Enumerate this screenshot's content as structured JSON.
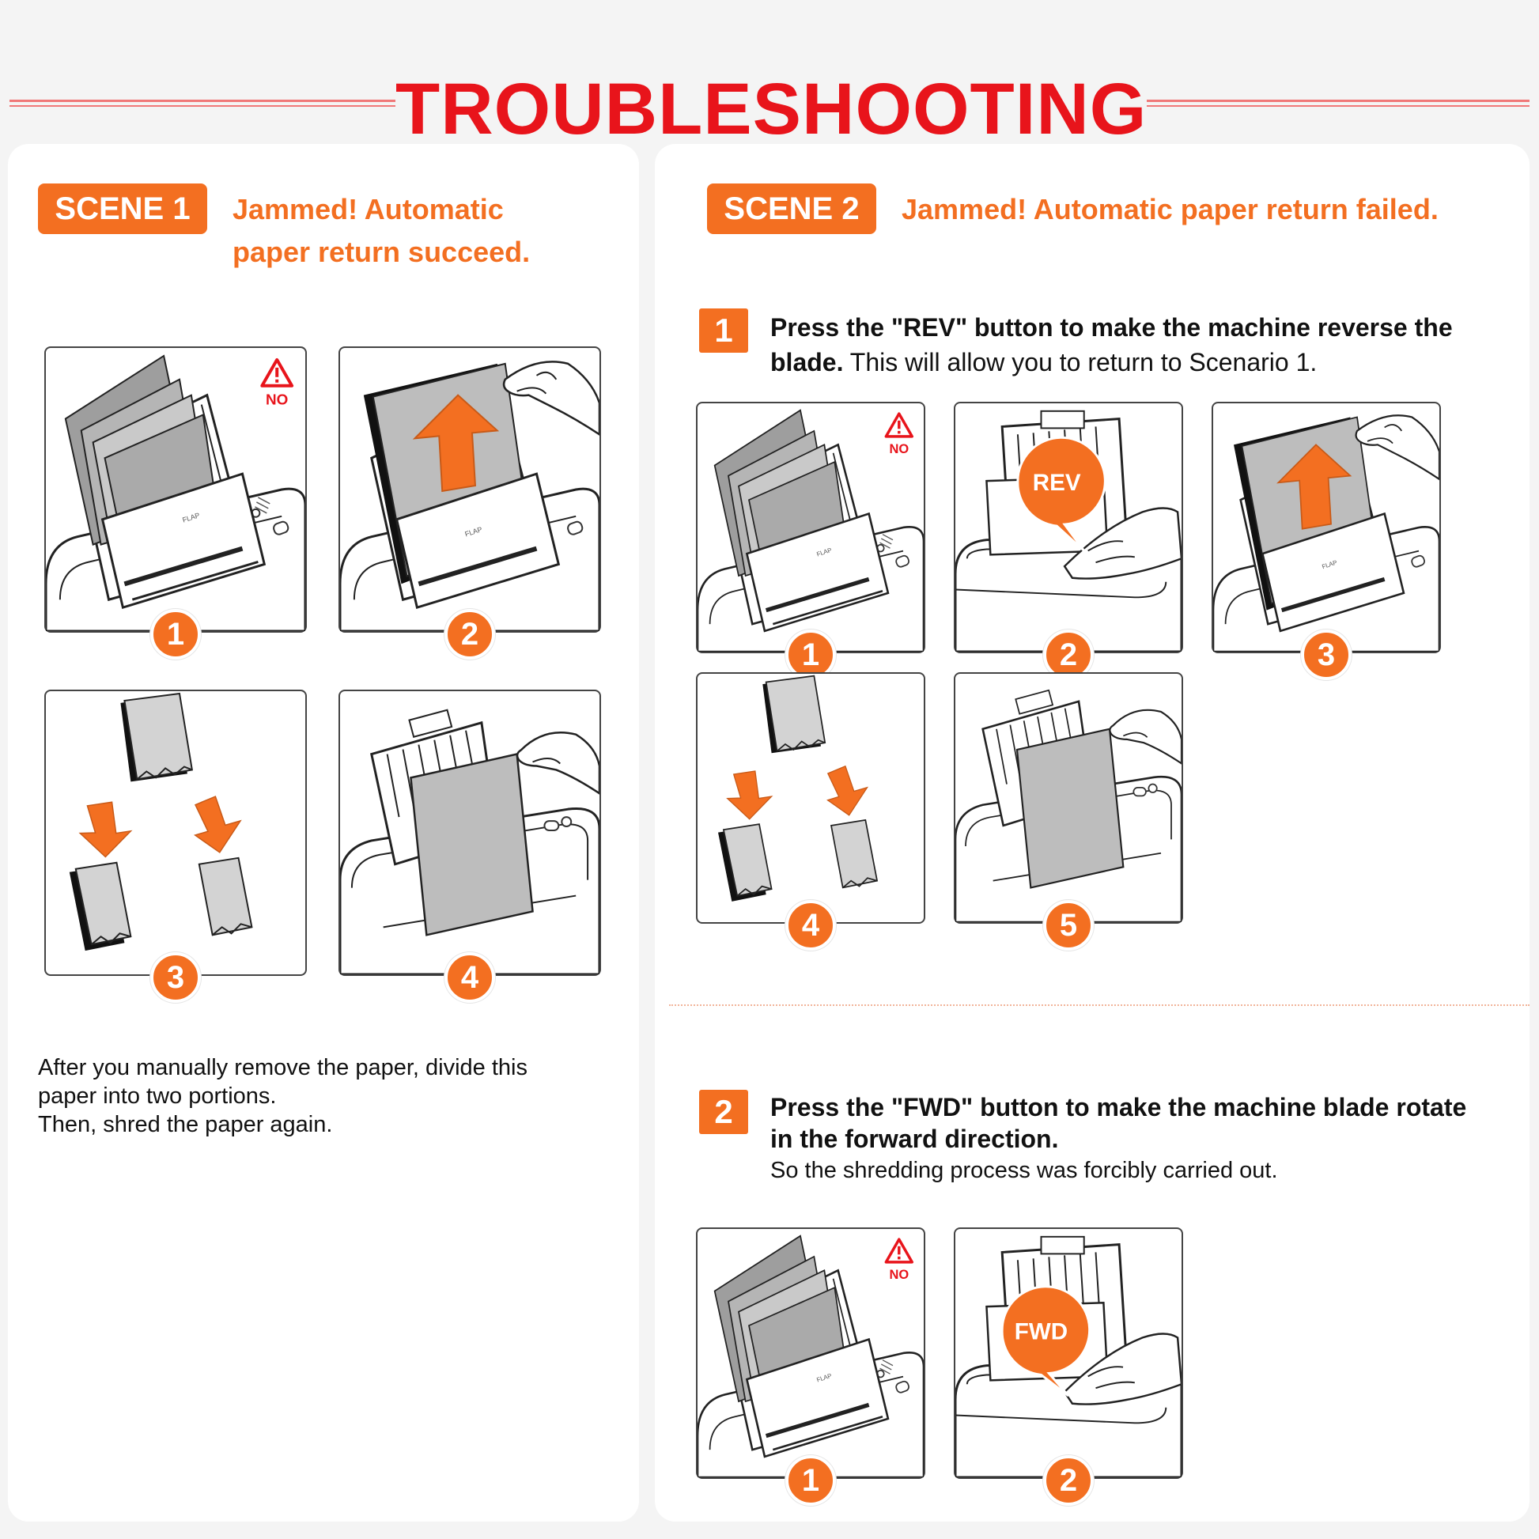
{
  "header": {
    "title": "TROUBLESHOOTING"
  },
  "scene1": {
    "tag": "SCENE 1",
    "description_line1": "Jammed!  Automatic",
    "description_line2": "paper return succeed.",
    "panels": [
      {
        "number": "1",
        "warning": "NO",
        "flap": "FLAP"
      },
      {
        "number": "2",
        "flap": "FLAP"
      },
      {
        "number": "3"
      },
      {
        "number": "4"
      }
    ],
    "note_line1": "After you manually remove the paper, divide this",
    "note_line2": "paper into two portions.",
    "note_line3": "Then, shred the paper again."
  },
  "scene2": {
    "tag": "SCENE 2",
    "description": "Jammed! Automatic paper return failed.",
    "step1": {
      "number": "1",
      "bold_line1": "Press the \"REV\" button to make the machine reverse the",
      "bold_line2": "blade.",
      "normal_text": " This will allow you to return to Scenario 1.",
      "panels": [
        {
          "number": "1",
          "warning": "NO",
          "flap": "FLAP"
        },
        {
          "number": "2",
          "bubble": "REV"
        },
        {
          "number": "3",
          "flap": "FLAP"
        },
        {
          "number": "4"
        },
        {
          "number": "5"
        }
      ]
    },
    "step2": {
      "number": "2",
      "bold_line1": "Press the \"FWD\" button to make the machine blade rotate",
      "bold_line2": "in the forward direction.",
      "normal_text": "So the shredding process was forcibly carried out.",
      "panels": [
        {
          "number": "1",
          "warning": "NO",
          "flap": "FLAP"
        },
        {
          "number": "2",
          "bubble": "FWD"
        }
      ]
    }
  },
  "colors": {
    "accent": "#f36f21",
    "title_red": "#e8141b",
    "paper_gray": "#c8c8c8",
    "divider": "#f2b49a"
  }
}
